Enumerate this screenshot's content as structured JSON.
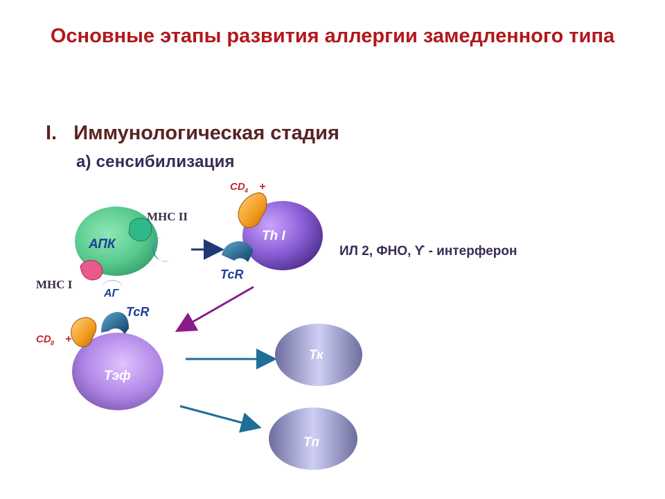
{
  "title": "Основные этапы развития аллергии замедленного типа",
  "stage": {
    "number": "I.",
    "label": "Иммунологическая стадия"
  },
  "substage": "а) сенсибилизация",
  "labels": {
    "apc": "АПК",
    "mhc2": "МНС II",
    "mhc1": "МНС I",
    "ag_top": "АГ",
    "ag_bottom": "АГ",
    "th1": "Th I",
    "tcr_th": "TcR",
    "tcr_teff": "TcR",
    "cd4": "CD",
    "cd4_sub": "4",
    "cd4_plus": "+",
    "cd8": "CD",
    "cd8_sub": "8",
    "cd8_plus": "+",
    "teff": "Тэф",
    "tk": "Тк",
    "tp": "Тп",
    "cytokines": "ИЛ 2, ФНО, ϒ - интерферон"
  },
  "colors": {
    "title": "#b3171c",
    "apc": "#59c98e",
    "th1": "#7a4fc3",
    "teff": "#a878d8",
    "memory_cells": "#9a9bd6",
    "arrow_navy": "#1f3a73",
    "arrow_purple": "#8a1a8a",
    "arrow_teal": "#1f6e95",
    "cd_marker": "#f39a1e"
  }
}
